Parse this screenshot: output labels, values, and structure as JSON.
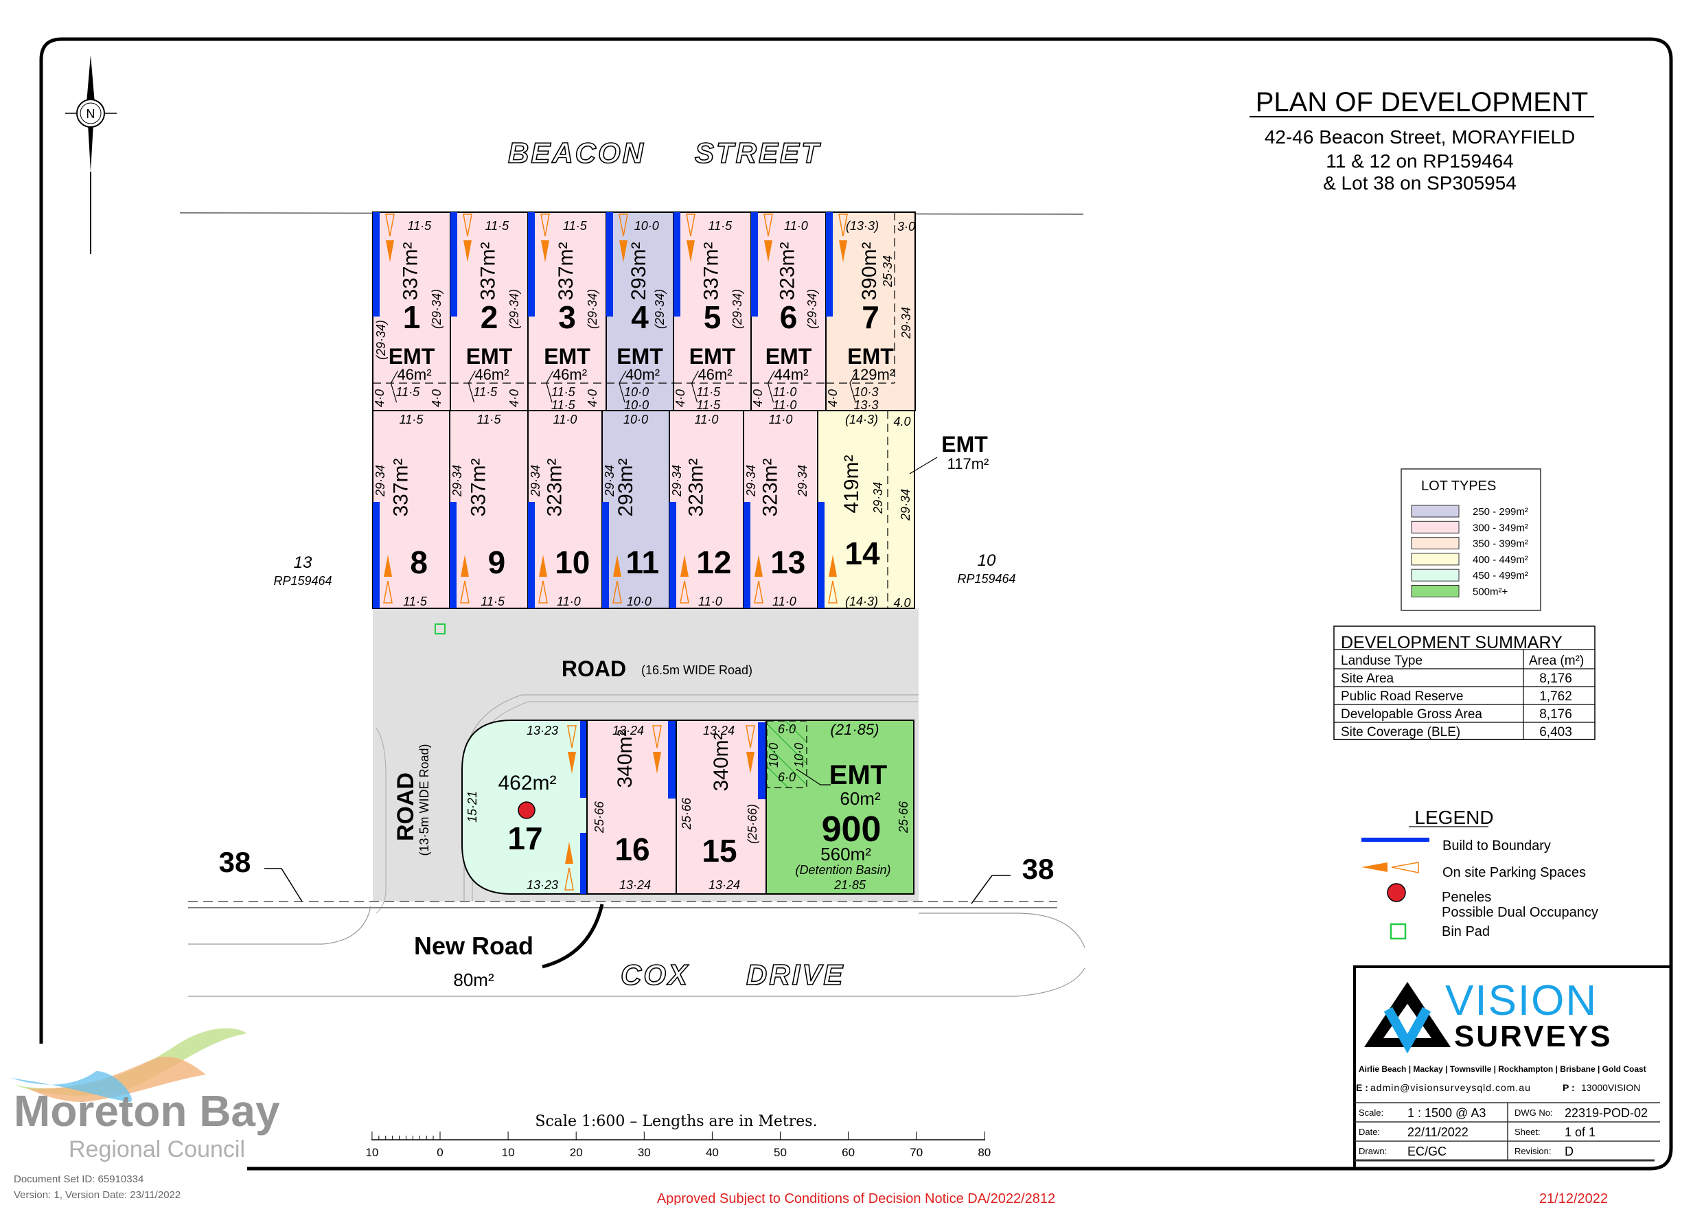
{
  "title": {
    "heading": "PLAN OF DEVELOPMENT",
    "address": "42-46 Beacon Street, MORAYFIELD",
    "lots_line1": "11 & 12 on RP159464",
    "lots_line2": "& Lot 38 on SP305954"
  },
  "north_label": "N",
  "streets": {
    "beacon_1": "BEACON",
    "beacon_2": "STREET",
    "cox_1": "COX",
    "cox_2": "DRIVE"
  },
  "roads": {
    "main": "ROAD",
    "main_width": "(16.5m WIDE Road)",
    "side": "ROAD",
    "side_width": "(13·5m WIDE Road)",
    "new_road": "New Road",
    "new_road_area": "80m²"
  },
  "neighbours": {
    "left": {
      "lot": "13",
      "plan": "RP159464"
    },
    "right": {
      "lot": "10",
      "plan": "RP159464"
    },
    "south_left": "38",
    "south_right": "38"
  },
  "emt_external": {
    "label": "EMT",
    "area": "117m²"
  },
  "lots": [
    {
      "number": "1",
      "area": "337m²",
      "fill": "#fde1e7",
      "emt": "EMT",
      "emt_area": "46m²",
      "dims": {
        "top": "11·5",
        "right": "(29·34)",
        "left": "(29·34)",
        "bot1": "11·5",
        "leftbot": "4·0",
        "rightbot": "4·0"
      }
    },
    {
      "number": "2",
      "area": "337m²",
      "fill": "#fde1e7",
      "emt": "EMT",
      "emt_area": "46m²",
      "dims": {
        "top": "11·5",
        "right": "(29·34)",
        "bot1": "11·5",
        "rightbot": "4·0"
      }
    },
    {
      "number": "3",
      "area": "337m²",
      "fill": "#fde1e7",
      "emt": "EMT",
      "emt_area": "46m²",
      "dims": {
        "top": "11·5",
        "right": "(29·34)",
        "bot1": "11·5",
        "bot2": "11·5",
        "rightbot": "4·0"
      }
    },
    {
      "number": "4",
      "area": "293m²",
      "fill": "#cfcfe8",
      "emt": "EMT",
      "emt_area": "40m²",
      "dims": {
        "top": "10·0",
        "right": "(29·34)",
        "bot1": "10·0",
        "bot2": "10·0"
      }
    },
    {
      "number": "5",
      "area": "337m²",
      "fill": "#fde1e7",
      "emt": "EMT",
      "emt_area": "46m²",
      "dims": {
        "top": "11·5",
        "right": "(29·34)",
        "bot1": "11·5",
        "bot2": "11·5",
        "leftbot": "4·0"
      }
    },
    {
      "number": "6",
      "area": "323m²",
      "fill": "#fde1e7",
      "emt": "EMT",
      "emt_area": "44m²",
      "dims": {
        "top": "11·0",
        "right": "(29·34)",
        "bot1": "11·0",
        "bot2": "11·0",
        "leftbot": "4·0"
      }
    },
    {
      "number": "7",
      "area": "390m²",
      "fill": "#fde8da",
      "emt": "EMT",
      "emt_area": "129m²",
      "dims": {
        "top": "(13·3)",
        "topright": "3·0",
        "inner1": "25·34",
        "inner2": "29·34",
        "bot1": "10·3",
        "bot2": "13·3",
        "leftbot": "4·0"
      }
    },
    {
      "number": "8",
      "area": "337m²",
      "fill": "#fde1e7",
      "dims": {
        "top": "11·5",
        "left": "29·34",
        "bot": "11·5"
      }
    },
    {
      "number": "9",
      "area": "337m²",
      "fill": "#fde1e7",
      "dims": {
        "top": "11·5",
        "left": "29·34",
        "bot": "11·5"
      }
    },
    {
      "number": "10",
      "area": "323m²",
      "fill": "#fde1e7",
      "dims": {
        "top": "11·0",
        "left": "29·34",
        "bot": "11·0"
      }
    },
    {
      "number": "11",
      "area": "293m²",
      "fill": "#cfcfe8",
      "dims": {
        "top": "10·0",
        "left": "29·34",
        "bot": "10·0"
      }
    },
    {
      "number": "12",
      "area": "323m²",
      "fill": "#fde1e7",
      "dims": {
        "top": "11·0",
        "left": "29·34",
        "bot": "11·0"
      }
    },
    {
      "number": "13",
      "area": "323m²",
      "fill": "#fde1e7",
      "dims": {
        "top": "11·0",
        "left": "29·34",
        "right": "29·34",
        "bot": "11·0"
      }
    },
    {
      "number": "14",
      "area": "419m²",
      "fill": "#fefbd8",
      "dims": {
        "top": "(14·3)",
        "bot": "(14·3)",
        "topright": "4.0",
        "botright": "4.0",
        "inner1": "29·34",
        "inner2": "29·34"
      }
    },
    {
      "number": "17",
      "area": "462m²",
      "fill": "#dcfbea",
      "dims": {
        "top": "13·23",
        "bot": "13·23",
        "left": "15·21"
      }
    },
    {
      "number": "16",
      "area": "340m²",
      "fill": "#fde1e7",
      "dims": {
        "top": "13·24",
        "bot": "13·24",
        "left": "25·66"
      }
    },
    {
      "number": "15",
      "area": "340m²",
      "fill": "#fde1e7",
      "dims": {
        "top": "13·24",
        "bot": "13·24",
        "left": "25·66",
        "right": "(25·66)"
      }
    },
    {
      "number": "900",
      "area": "560m²",
      "fill": "#8fdc7e",
      "emt": "EMT",
      "emt_area": "60m²",
      "note": "(Detention Basin)",
      "dims": {
        "top": "(21·85)",
        "bot": "21·85",
        "right": "25·66",
        "emt_top": "6·0",
        "emt_bot": "6·0",
        "emt_left": "10·0",
        "emt_right": "10·0"
      }
    }
  ],
  "lot_types": {
    "title": "LOT TYPES",
    "items": [
      {
        "range": "250 - 299m²",
        "color": "#cfcfe8"
      },
      {
        "range": "300 - 349m²",
        "color": "#fde1e7"
      },
      {
        "range": "350 - 399m²",
        "color": "#fde8da"
      },
      {
        "range": "400 - 449m²",
        "color": "#fefbd8"
      },
      {
        "range": "450 - 499m²",
        "color": "#dcfbea"
      },
      {
        "range": "500m²+",
        "color": "#8fdc7e"
      }
    ]
  },
  "summary": {
    "title": "DEVELOPMENT SUMMARY",
    "headers": [
      "Landuse Type",
      "Area (m²)"
    ],
    "rows": [
      [
        "Site Area",
        "8,176"
      ],
      [
        "Public Road Reserve",
        "1,762"
      ],
      [
        "Developable Gross Area",
        "8,176"
      ],
      [
        "Site Coverage (BLE)",
        "6,403"
      ]
    ]
  },
  "legend": {
    "title": "LEGEND",
    "build_to_boundary": "Build to Boundary",
    "parking": "On site Parking Spaces",
    "peneles": "Peneles",
    "dual_occupancy": "Possible Dual Occupancy",
    "bin_pad": "Bin Pad",
    "colors": {
      "boundary": "#0033ee",
      "parking": "#f5820f",
      "peneles": "#e0202a",
      "bin_pad": "#22cc44"
    }
  },
  "scale": {
    "text": "Scale 1:600 – Lengths are in Metres.",
    "ticks": [
      "10",
      "0",
      "10",
      "20",
      "30",
      "40",
      "50",
      "60",
      "70",
      "80"
    ]
  },
  "company": {
    "name_1": "VISION",
    "name_2": "SURVEYS",
    "offices": "Airlie Beach |  Mackay  | Townsville | Rockhampton | Brisbane  | Gold Coast",
    "email_label": "E :",
    "email": "admin@visionsurveysqld.com.au",
    "phone_label": "P :",
    "phone": "13000VISION",
    "brand_color": "#1aa3e8"
  },
  "drawing_info": {
    "scale_label": "Scale:",
    "scale": "1 : 1500 @ A3",
    "date_label": "Date:",
    "date": "22/11/2022",
    "drawn_label": "Drawn:",
    "drawn": "EC/GC",
    "dwg_label": "DWG No:",
    "dwg": "22319-POD-02",
    "sheet_label": "Sheet:",
    "sheet": "1 of 1",
    "revision_label": "Revision:",
    "revision": "D"
  },
  "approval": {
    "text": "Approved Subject to Conditions of Decision Notice DA/2022/2812",
    "date": "21/12/2022"
  },
  "council": {
    "name": "Moreton Bay",
    "sub": "Regional Council",
    "doc_set": "Document Set ID: 65910334",
    "version": "Version: 1, Version Date: 23/11/2022"
  }
}
